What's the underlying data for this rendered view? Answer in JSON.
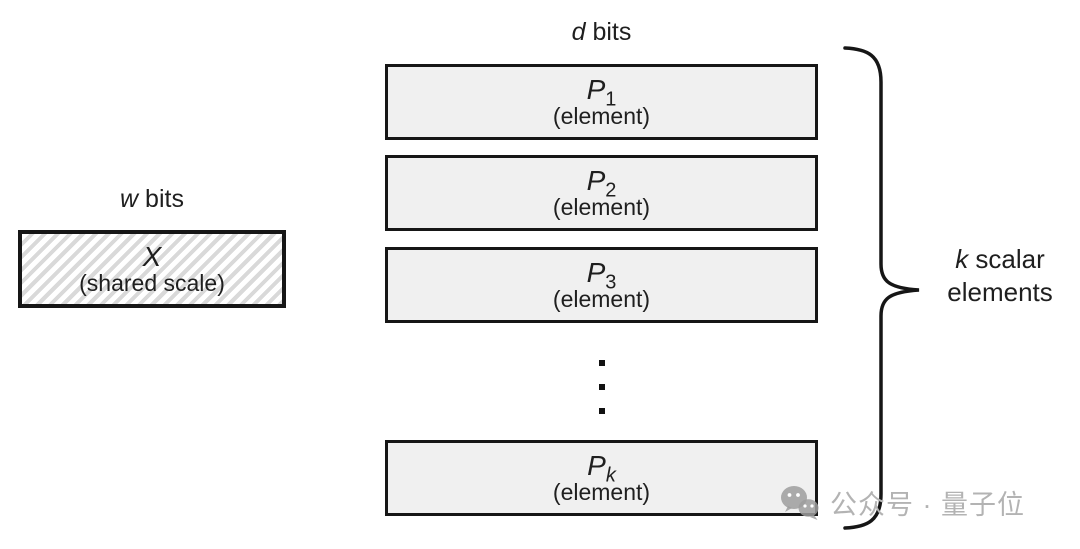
{
  "figure": {
    "scale_block": {
      "bits_label": {
        "var": "w",
        "text": " bits"
      },
      "title_var": "X",
      "subtitle": "(shared scale)"
    },
    "element_column": {
      "bits_label": {
        "var": "d",
        "text": " bits"
      },
      "boxes": [
        {
          "var": "P",
          "sub": "1",
          "subtitle": "(element)"
        },
        {
          "var": "P",
          "sub": "2",
          "subtitle": "(element)"
        },
        {
          "var": "P",
          "sub": "3",
          "subtitle": "(element)"
        },
        {
          "var": "P",
          "sub": "k",
          "subtitle": "(element)"
        }
      ],
      "ellipsis_icon": "vertical-ellipsis-dots"
    },
    "brace_label": {
      "line1": {
        "var": "k",
        "text": " scalar"
      },
      "line2": "elements"
    }
  },
  "watermark": {
    "icon": "wechat-logo-icon",
    "text": "公众号 · 量子位"
  },
  "colors": {
    "background": "#ffffff",
    "element_box_fill": "#f0f0f0",
    "box_border": "#161616",
    "hatch_stripe": "#d9d9d9",
    "text": "#1f1f1f",
    "watermark_gray": "#b3b3b3",
    "watermark_icon_gray": "#9e9e9e"
  }
}
